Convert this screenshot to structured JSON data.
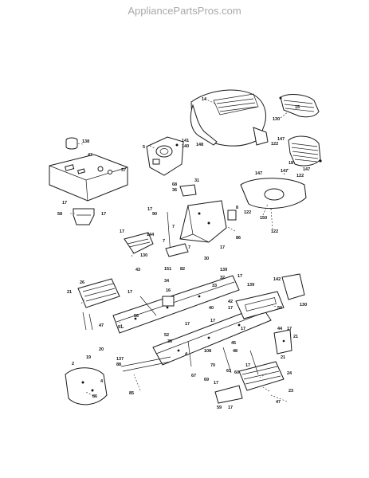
{
  "header": {
    "watermark": "AppliancePartsPros.com"
  },
  "diagram": {
    "callouts": [
      {
        "id": "c14",
        "label": "14"
      },
      {
        "id": "c148",
        "label": "148"
      },
      {
        "id": "c130a",
        "label": "130"
      },
      {
        "id": "c15",
        "label": "15"
      },
      {
        "id": "c138",
        "label": "138"
      },
      {
        "id": "c47a",
        "label": "47"
      },
      {
        "id": "c37",
        "label": "37"
      },
      {
        "id": "c5",
        "label": "5"
      },
      {
        "id": "c141",
        "label": "141"
      },
      {
        "id": "c140",
        "label": "140"
      },
      {
        "id": "c122a",
        "label": "122"
      },
      {
        "id": "c147a",
        "label": "147"
      },
      {
        "id": "c18",
        "label": "18"
      },
      {
        "id": "c147b",
        "label": "147"
      },
      {
        "id": "c122b",
        "label": "122"
      },
      {
        "id": "c147c",
        "label": "147"
      },
      {
        "id": "c147d",
        "label": "147"
      },
      {
        "id": "c150",
        "label": "150"
      },
      {
        "id": "c122c",
        "label": "122"
      },
      {
        "id": "c122d",
        "label": "122"
      },
      {
        "id": "c17a",
        "label": "17"
      },
      {
        "id": "c58",
        "label": "58"
      },
      {
        "id": "c17b",
        "label": "17"
      },
      {
        "id": "c68",
        "label": "68"
      },
      {
        "id": "c36a",
        "label": "36"
      },
      {
        "id": "c31",
        "label": "31"
      },
      {
        "id": "c17c",
        "label": "17"
      },
      {
        "id": "c90",
        "label": "90"
      },
      {
        "id": "c8",
        "label": "8"
      },
      {
        "id": "c7a",
        "label": "7"
      },
      {
        "id": "c7b",
        "label": "7"
      },
      {
        "id": "c7c",
        "label": "7"
      },
      {
        "id": "c86",
        "label": "86"
      },
      {
        "id": "c17d",
        "label": "17"
      },
      {
        "id": "c30",
        "label": "30"
      },
      {
        "id": "c17e",
        "label": "17"
      },
      {
        "id": "c144",
        "label": "144"
      },
      {
        "id": "c130b",
        "label": "130"
      },
      {
        "id": "c43",
        "label": "43"
      },
      {
        "id": "c151",
        "label": "151"
      },
      {
        "id": "c82",
        "label": "82"
      },
      {
        "id": "c139a",
        "label": "139"
      },
      {
        "id": "c32",
        "label": "32"
      },
      {
        "id": "c17f",
        "label": "17"
      },
      {
        "id": "c34",
        "label": "34"
      },
      {
        "id": "c33",
        "label": "33"
      },
      {
        "id": "c139b",
        "label": "139"
      },
      {
        "id": "c142",
        "label": "142"
      },
      {
        "id": "c130c",
        "label": "130"
      },
      {
        "id": "c26",
        "label": "26"
      },
      {
        "id": "c21a",
        "label": "21"
      },
      {
        "id": "c47b",
        "label": "47"
      },
      {
        "id": "c17g",
        "label": "17"
      },
      {
        "id": "c56",
        "label": "56"
      },
      {
        "id": "c16",
        "label": "16"
      },
      {
        "id": "c42",
        "label": "42"
      },
      {
        "id": "c17h",
        "label": "17"
      },
      {
        "id": "c50",
        "label": "50"
      },
      {
        "id": "c40",
        "label": "40"
      },
      {
        "id": "c91",
        "label": "91"
      },
      {
        "id": "c17i",
        "label": "17"
      },
      {
        "id": "c52",
        "label": "52"
      },
      {
        "id": "c36b",
        "label": "36"
      },
      {
        "id": "c17j",
        "label": "17"
      },
      {
        "id": "c17k",
        "label": "17"
      },
      {
        "id": "c44",
        "label": "44"
      },
      {
        "id": "c17l",
        "label": "17"
      },
      {
        "id": "c21b",
        "label": "21"
      },
      {
        "id": "c20",
        "label": "20"
      },
      {
        "id": "c19",
        "label": "19"
      },
      {
        "id": "c21c",
        "label": "21"
      },
      {
        "id": "c108",
        "label": "108"
      },
      {
        "id": "c45",
        "label": "45"
      },
      {
        "id": "c48",
        "label": "48"
      },
      {
        "id": "c137",
        "label": "137"
      },
      {
        "id": "c88",
        "label": "88"
      },
      {
        "id": "c4a",
        "label": "4"
      },
      {
        "id": "c70",
        "label": "70"
      },
      {
        "id": "c63",
        "label": "63"
      },
      {
        "id": "c60",
        "label": "60"
      },
      {
        "id": "c24",
        "label": "24"
      },
      {
        "id": "c17m",
        "label": "17"
      },
      {
        "id": "c2",
        "label": "2"
      },
      {
        "id": "c67",
        "label": "67"
      },
      {
        "id": "c4b",
        "label": "4"
      },
      {
        "id": "c69",
        "label": "69"
      },
      {
        "id": "c17n",
        "label": "17"
      },
      {
        "id": "c86b",
        "label": "86"
      },
      {
        "id": "c85",
        "label": "85"
      },
      {
        "id": "c23",
        "label": "23"
      },
      {
        "id": "c59",
        "label": "59"
      },
      {
        "id": "c17o",
        "label": "17"
      },
      {
        "id": "c47c",
        "label": "47"
      }
    ]
  }
}
